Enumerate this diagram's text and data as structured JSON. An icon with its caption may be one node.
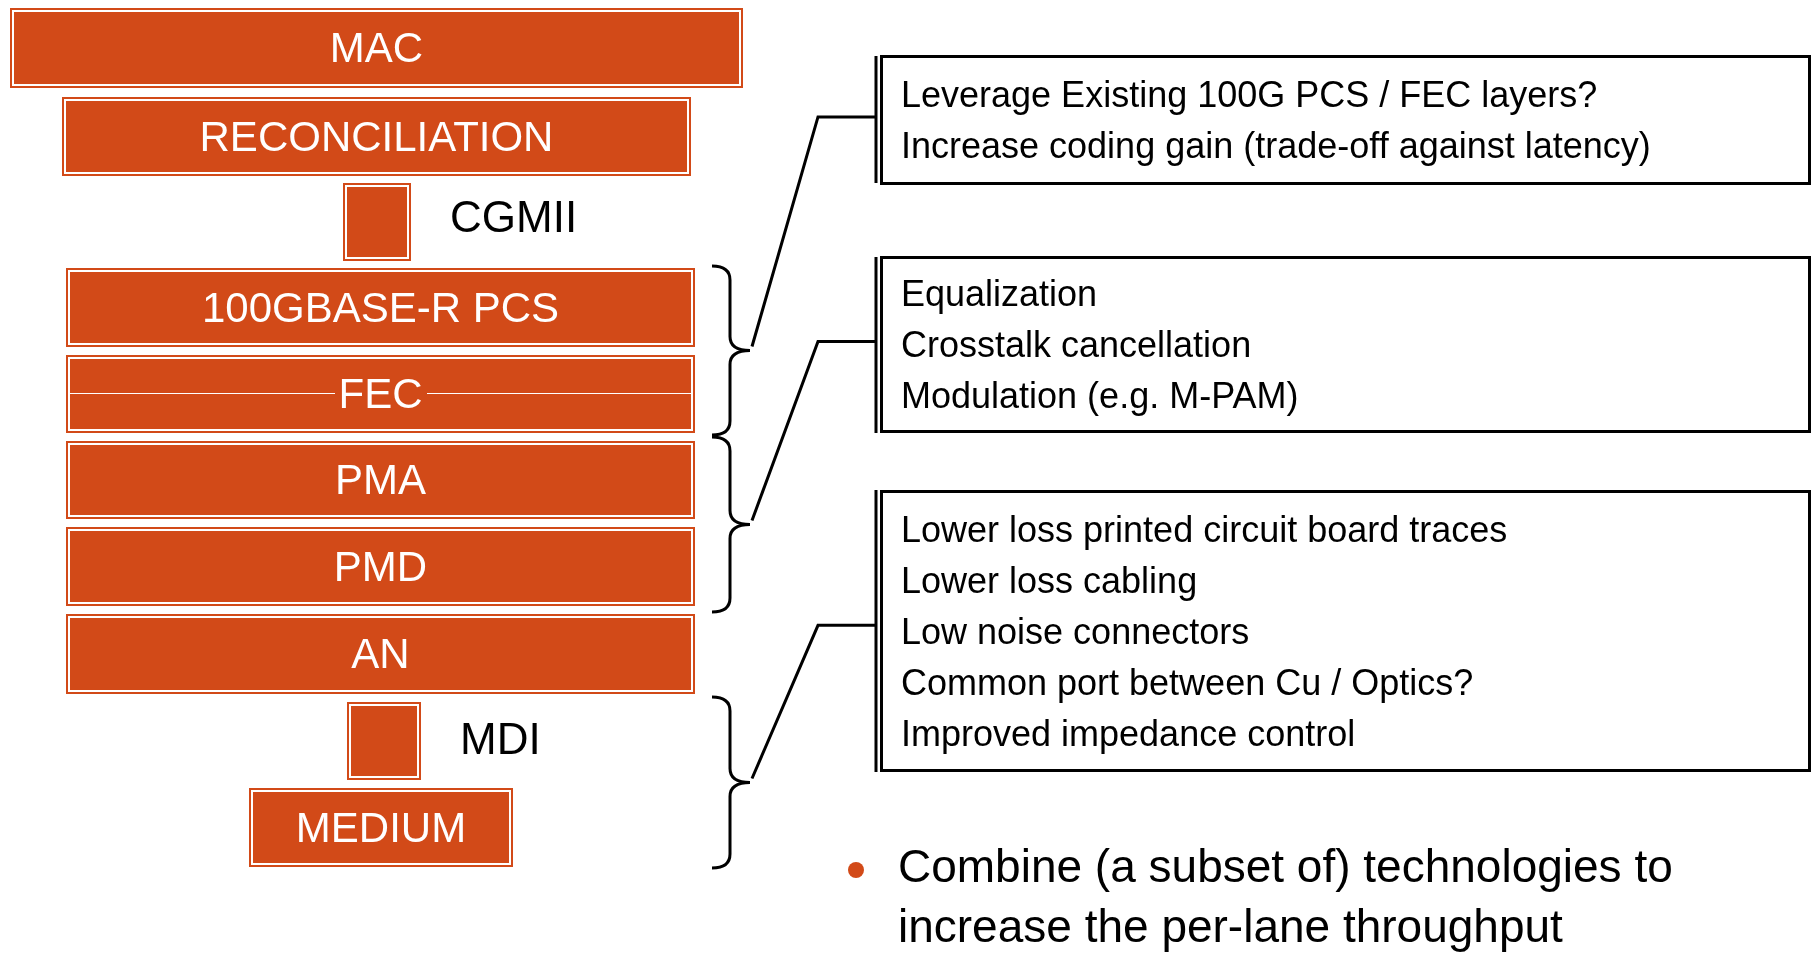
{
  "diagram": {
    "nodes": [
      {
        "text": [
          "MAC"
        ]
      },
      {
        "text": [
          "RECONCILIATION"
        ]
      },
      {
        "text": [],
        "shape": "box",
        "beside": [
          "CGMII"
        ]
      },
      {
        "text": [
          "100GBASE-R PCS"
        ]
      },
      {
        "text": [
          "FEC"
        ]
      },
      {
        "text": [
          "PMA"
        ]
      },
      {
        "text": [
          "PMD"
        ]
      },
      {
        "text": [
          "AN"
        ]
      },
      {
        "text": [],
        "shape": "box",
        "beside": [
          "MDI"
        ]
      },
      {
        "text": [
          "MEDIUM"
        ]
      },
      {
        "text": [],
        "shape": "brace"
      },
      {
        "text": [],
        "shape": "brace"
      },
      {
        "text": [],
        "shape": "brace"
      },
      {
        "text": [
          "Leverage Existing 100G PCS / FEC layers?",
          "Increase coding gain (trade-off against latency)"
        ]
      },
      {
        "text": [
          "Equalization",
          "Crosstalk cancellation",
          "Modulation (e.g. M-PAM)"
        ]
      },
      {
        "text": [
          "Lower loss printed circuit board traces",
          "Lower loss cabling",
          "Low noise connectors",
          "Common port between Cu / Optics?",
          "Improved impedance control"
        ]
      }
    ],
    "edges": [
      {
        "from": 10,
        "to": 13,
        "arrow": "none"
      },
      {
        "from": 11,
        "to": 14,
        "arrow": "none"
      },
      {
        "from": 12,
        "to": 15,
        "arrow": "none"
      }
    ],
    "labels": [
      "Combine (a subset of) technologies to increase the per-lane throughput"
    ]
  }
}
